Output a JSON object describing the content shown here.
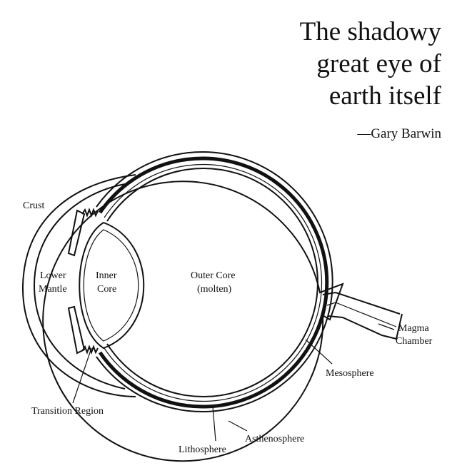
{
  "quote": {
    "lines": [
      "The shadowy",
      "great eye of",
      "earth itself"
    ],
    "author": "—Gary Barwin"
  },
  "labels": {
    "crust": "Crust",
    "lower_mantle": [
      "Lower",
      "Mantle"
    ],
    "inner_core": [
      "Inner",
      "Core"
    ],
    "outer_core": [
      "Outer Core",
      "(molten)"
    ],
    "magma_chamber": [
      "Magma",
      "Chamber"
    ],
    "mesosphere": "Mesosphere",
    "transition_region": "Transition Region",
    "asthenosphere": "Asthenosphere",
    "lithosphere": "Lithosphere"
  }
}
